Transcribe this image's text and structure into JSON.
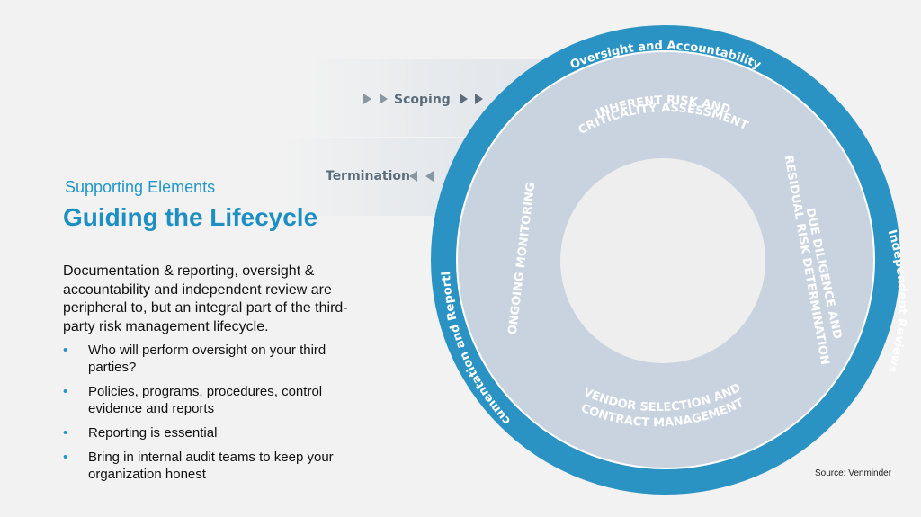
{
  "slide": {
    "subtitle": "Supporting Elements",
    "title": "Guiding the Lifecycle",
    "intro": "Documentation & reporting, oversight & accountability and independent review are peripheral to, but an integral part of the third-party risk management lifecycle.",
    "bullets": [
      "Who will perform oversight on your third parties?",
      "Policies, programs, procedures, control evidence and reports",
      "Reporting is essential",
      "Bring in internal audit teams to keep your organization honest"
    ],
    "bullet_glyph": "•",
    "source": "Source: Venminder"
  },
  "diagram": {
    "outer_ring": {
      "top": "Oversight and Accountability",
      "right": "Independent Reviews",
      "left": "Documentation and Reporting"
    },
    "inner_ring": {
      "top_line1": "INHERENT RISK AND",
      "top_line2": "CRITICALITY ASSESSMENT",
      "right_line1": "DUE DILIGENCE AND",
      "right_line2": "RESIDUAL RISK DETERMINATION",
      "bottom_line1": "VENDOR SELECTION AND",
      "bottom_line2": "CONTRACT MANAGEMENT",
      "left": "ONGOING MONITORING"
    },
    "arrows": {
      "scoping": "Scoping",
      "termination": "Termination"
    },
    "colors": {
      "outer_ring": "#2b93c3",
      "inner_ring": "#c8d3df",
      "center": "#eeeeee",
      "accent_text": "#2196c8"
    }
  }
}
